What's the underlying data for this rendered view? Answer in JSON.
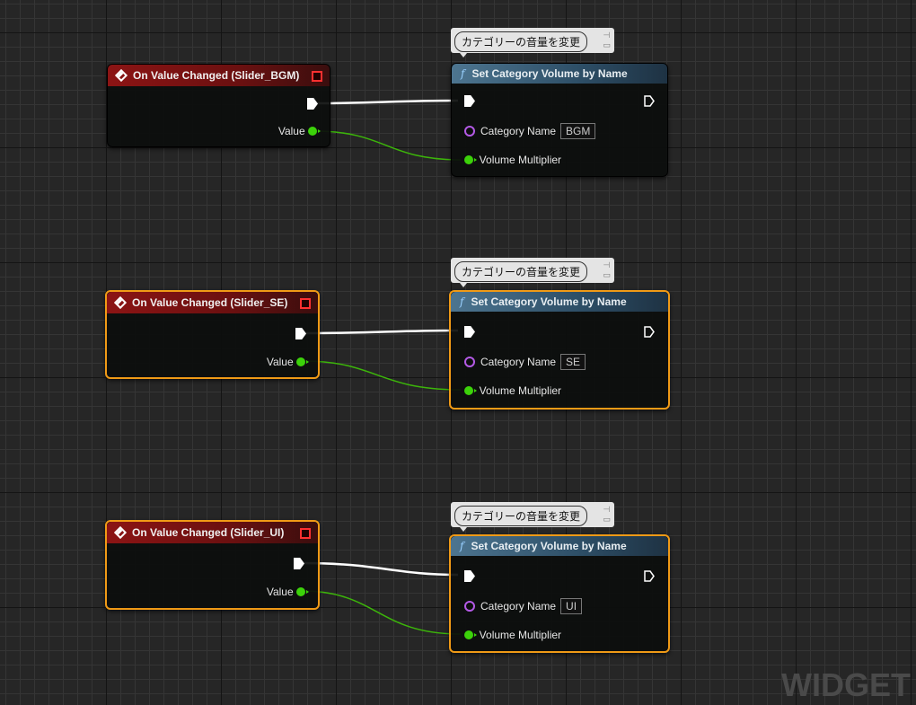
{
  "watermark": "WIDGET",
  "comment_text": "カテゴリーの音量を変更",
  "colors": {
    "exec": "#ffffff",
    "float_wire": "#3cd20a",
    "selected": "#f09a16",
    "event_header": "#8c1414",
    "function_header": "#4d7590"
  },
  "groups": [
    {
      "event": {
        "title": "On Value Changed (Slider_BGM)",
        "value_label": "Value",
        "selected": false
      },
      "function": {
        "title": "Set Category Volume by Name",
        "category_label": "Category Name",
        "category_value": "BGM",
        "multiplier_label": "Volume Multiplier",
        "selected": false
      }
    },
    {
      "event": {
        "title": "On Value Changed (Slider_SE)",
        "value_label": "Value",
        "selected": true
      },
      "function": {
        "title": "Set Category Volume by Name",
        "category_label": "Category Name",
        "category_value": "SE",
        "multiplier_label": "Volume Multiplier",
        "selected": true
      }
    },
    {
      "event": {
        "title": "On Value Changed (Slider_UI)",
        "value_label": "Value",
        "selected": true
      },
      "function": {
        "title": "Set Category Volume by Name",
        "category_label": "Category Name",
        "category_value": "UI",
        "multiplier_label": "Volume Multiplier",
        "selected": true
      }
    }
  ]
}
